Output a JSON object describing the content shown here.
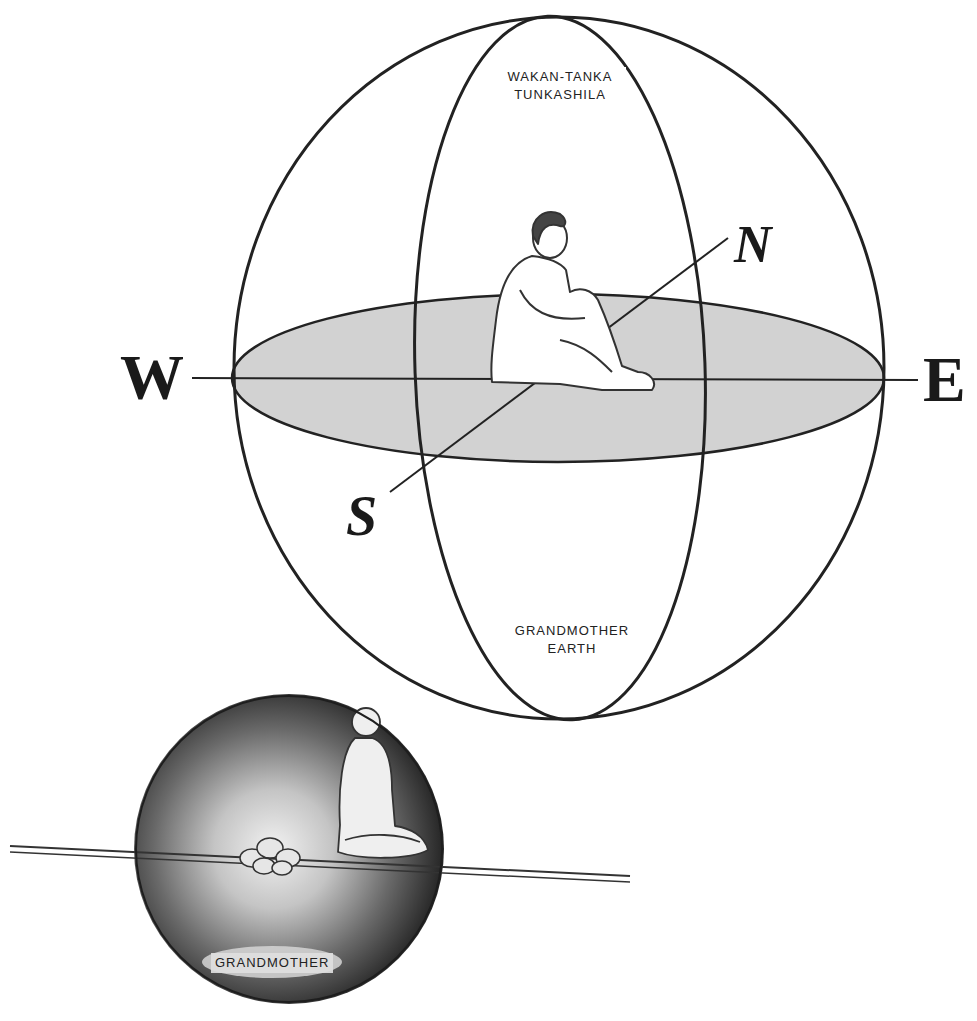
{
  "diagram": {
    "nodes": [
      {
        "text": [
          "WAKAN-TANKA TUNKASHILA",
          "GRANDMOTHER EARTH"
        ]
      },
      {
        "text": [
          "GRANDMOTHER"
        ]
      }
    ],
    "labels": [
      "W",
      "E",
      "N",
      "S"
    ]
  }
}
